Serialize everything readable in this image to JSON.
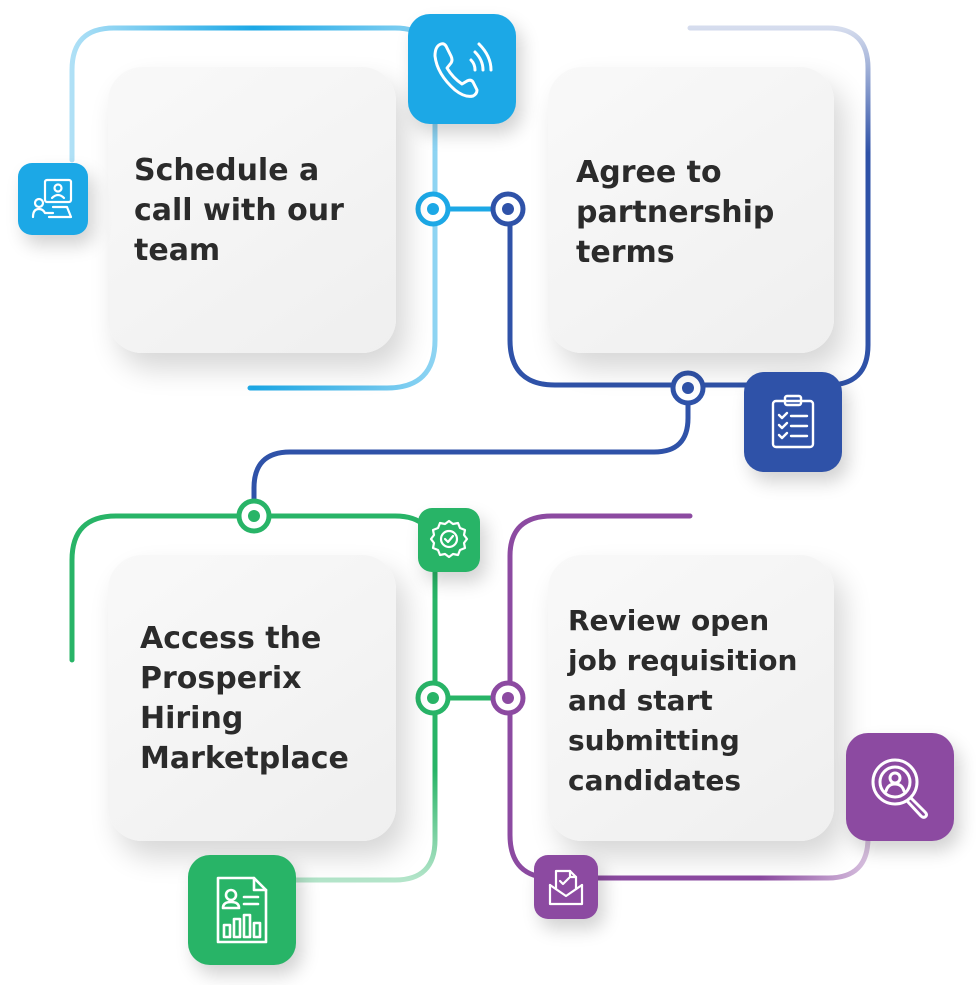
{
  "colors": {
    "blue_light": "#1ca8e6",
    "blue_dark": "#2f52a8",
    "green": "#28b467",
    "purple": "#8c4aa1"
  },
  "steps": [
    {
      "text": "Schedule a call with our team",
      "lines": [
        "Schedule a",
        "call with our",
        "team"
      ],
      "icon": "phone-call-icon",
      "aux_icon": "video-meeting-icon"
    },
    {
      "text": "Agree to partnership terms",
      "lines": [
        "Agree to",
        "partnership",
        "terms"
      ],
      "icon": "clipboard-checklist-icon"
    },
    {
      "text": "Access the Prosperix Hiring Marketplace",
      "lines": [
        "Access the",
        "Prosperix",
        "Hiring",
        "Marketplace"
      ],
      "icon": "resume-report-icon",
      "aux_icon": "award-badge-icon"
    },
    {
      "text": "Review open job requisition and start submitting candidates",
      "lines": [
        "Review open",
        "job requisition",
        "and start",
        "submitting",
        "candidates"
      ],
      "icon": "candidate-search-icon",
      "aux_icon": "envelope-document-icon"
    }
  ]
}
